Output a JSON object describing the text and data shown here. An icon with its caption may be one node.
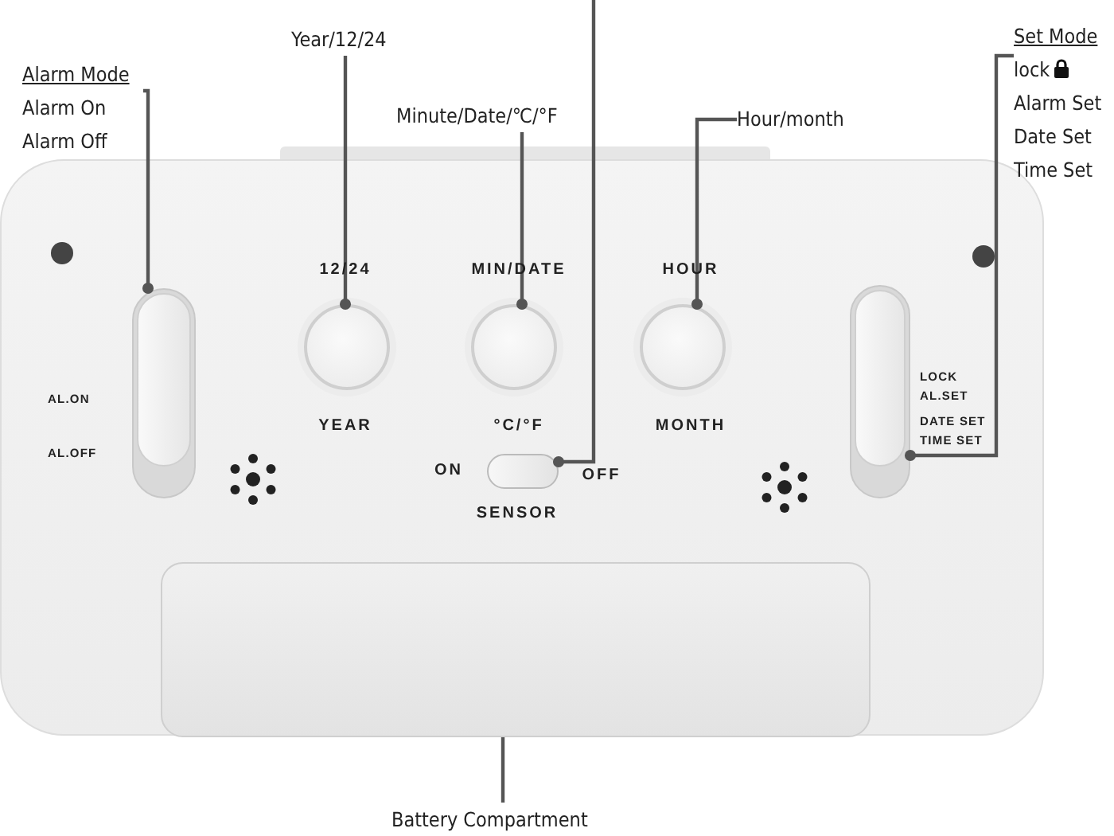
{
  "diagram": {
    "nodes": [
      {
        "text": [
          "Alarm Mode",
          "Alarm On",
          "Alarm Off"
        ]
      },
      {
        "text": [
          "Year/12/24"
        ]
      },
      {
        "text": [
          "Minute/Date/℃/°F"
        ]
      },
      {
        "text": [
          "Hour/month"
        ]
      },
      {
        "text": [
          "Set Mode",
          "lock",
          "Alarm Set",
          "Date Set",
          "Time Set"
        ]
      },
      {
        "text": [
          "Battery Compartment"
        ]
      },
      {
        "text": [],
        "shape": "box"
      },
      {
        "text": [],
        "shape": "bar",
        "in": 6,
        "beside": [
          "AL.ON",
          "AL.OFF"
        ]
      },
      {
        "text": [],
        "shape": "circle",
        "in": 6,
        "beside": [
          "12/24",
          "YEAR"
        ]
      },
      {
        "text": [],
        "shape": "circle",
        "in": 6,
        "beside": [
          "MIN/DATE",
          "°C/°F"
        ]
      },
      {
        "text": [],
        "shape": "circle",
        "in": 6,
        "beside": [
          "HOUR",
          "MONTH"
        ]
      },
      {
        "text": [],
        "shape": "bar",
        "in": 6,
        "beside": [
          "ON",
          "OFF",
          "SENSOR"
        ]
      },
      {
        "text": [],
        "shape": "bar",
        "in": 6,
        "beside": [
          "LOCK",
          "AL.SET",
          "DATE SET",
          "TIME SET"
        ]
      },
      {
        "text": [],
        "shape": "box",
        "in": 6
      }
    ],
    "edges": [
      {
        "from": 0,
        "to": 7,
        "arrow": "other"
      },
      {
        "from": 1,
        "to": 8,
        "arrow": "other"
      },
      {
        "from": 2,
        "to": 9,
        "arrow": "other"
      },
      {
        "from": null,
        "to": 11,
        "arrow": "other"
      },
      {
        "from": 3,
        "to": 10,
        "arrow": "other"
      },
      {
        "from": 4,
        "to": 12,
        "arrow": "other"
      },
      {
        "from": 5,
        "to": 13,
        "arrow": "none"
      }
    ]
  }
}
